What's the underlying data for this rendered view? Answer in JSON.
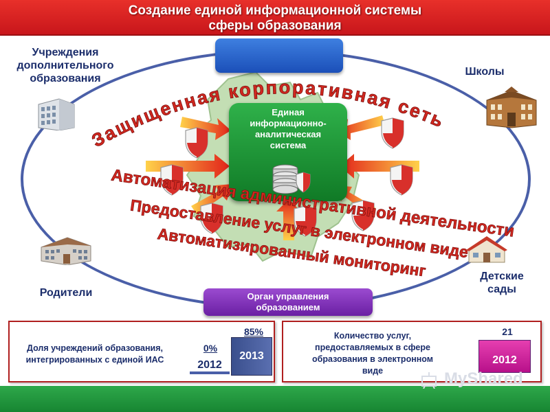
{
  "header": {
    "title_line1": "Создание единой информационной системы",
    "title_line2": "сферы образования"
  },
  "center": {
    "label": "Единая\nинформационно-\nаналитическая\nсистема"
  },
  "ring_labels": {
    "top_left": "Учреждения\nдополнительного\nобразования",
    "top_right": "Школы",
    "bottom_left": "Родители",
    "bottom_right": "Детские\nсады"
  },
  "curved_text": "Защищенная корпоративная сеть",
  "headlines": [
    "Автоматизация административной деятельности",
    "Предоставление  услуг в электронном виде",
    "Автоматизированный мониторинг"
  ],
  "org_pill": "Орган управления\nобразованием",
  "panel_left": {
    "text": "Доля учреждений образования,\nинтегрированных с единой ИАС",
    "value_2012": "0%",
    "value_2013": "85%",
    "year_a": "2012",
    "year_b": "2013"
  },
  "panel_right": {
    "text": "Количество услуг,\nпредоставляемых в сфере\nобразования в электронном\nвиде",
    "value": "21",
    "year": "2012"
  },
  "watermark": "MyShared",
  "colors": {
    "header_red": "#d8201f",
    "ring_blue": "#4a5fa8",
    "center_green": "#1e9a36",
    "org_purple": "#7f2fb8",
    "footer_green": "#2ea84a",
    "headline_red": "#d2281f"
  },
  "icons": {
    "buildings": [
      "office-building-icon",
      "school-building-icon",
      "kindergarten-house-icon",
      "residential-building-icon"
    ],
    "shield": "shield-icon",
    "database": "database-icon"
  }
}
